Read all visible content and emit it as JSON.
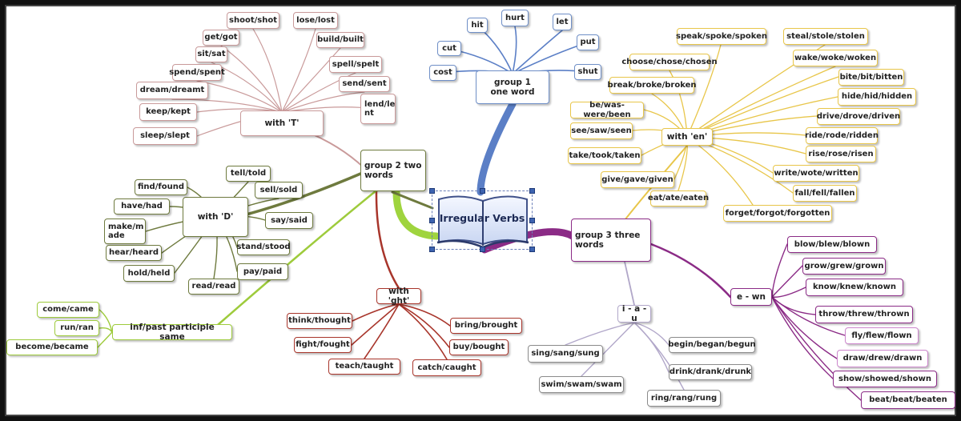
{
  "center": {
    "title": "Irregular Verbs"
  },
  "groups": {
    "group1": {
      "label": "group 1\none word",
      "verbs": [
        "cost",
        "cut",
        "hit",
        "hurt",
        "let",
        "put",
        "shut"
      ]
    },
    "group2": {
      "label": "group 2 two\nwords",
      "with_t": {
        "label": "with 'T'",
        "verbs": [
          "shoot/shot",
          "lose/lost",
          "get/got",
          "build/built",
          "sit/sat",
          "spell/spelt",
          "spend/spent",
          "dream/dreamt",
          "send/sent",
          "lend/le\nnt",
          "keep/kept",
          "sleep/slept"
        ]
      },
      "with_d": {
        "label": "with 'D'",
        "verbs": [
          "tell/told",
          "find/found",
          "sell/sold",
          "have/had",
          "say/said",
          "make/m\nade",
          "hear/heard",
          "stand/stood",
          "pay/paid",
          "hold/held",
          "read/read"
        ]
      },
      "with_ght": {
        "label": "with 'ght'",
        "verbs": [
          "think/thought",
          "bring/brought",
          "fight/fought",
          "buy/bought",
          "teach/taught",
          "catch/caught"
        ]
      },
      "same": {
        "label": "inf/past participle same",
        "verbs": [
          "come/came",
          "run/ran",
          "become/became"
        ]
      }
    },
    "group3": {
      "label": "group 3  three\nwords",
      "with_en": {
        "label": "with 'en'",
        "verbs": [
          "speak/spoke/spoken",
          "steal/stole/stolen",
          "choose/chose/chosen",
          "wake/woke/woken",
          "break/broke/broken",
          "bite/bit/bitten",
          "hide/hid/hidden",
          "be/was-were/been",
          "drive/drove/driven",
          "see/saw/seen",
          "ride/rode/ridden",
          "rise/rose/risen",
          "take/took/taken",
          "write/wote/written",
          "give/gave/given",
          "fall/fell/fallen",
          "eat/ate/eaten",
          "forget/forgot/forgotten"
        ]
      },
      "e_wn": {
        "label": "e - wn",
        "verbs": [
          "blow/blew/blown",
          "grow/grew/grown",
          "know/knew/known",
          "throw/threw/thrown",
          "fly/flew/flown",
          "draw/drew/drawn",
          "show/showed/shown",
          "beat/beat/beaten"
        ]
      },
      "i_a_u": {
        "label": "i - a -u",
        "verbs": [
          "sing/sang/sung",
          "begin/began/begun",
          "drink/drank/drunk",
          "swim/swam/swam",
          "ring/rang/rung"
        ]
      }
    }
  },
  "colors": {
    "group1": "#5b7fc6",
    "group2": "#6e7a3e",
    "with_t": "#c99a9a",
    "with_d": "#6e7a3e",
    "with_ght": "#a8352b",
    "same": "#9ecb3c",
    "group3": "#8b2b86",
    "with_en": "#e8c64a",
    "e_wn": "#8b2b86",
    "i_a_u": "#b1a7c9"
  }
}
